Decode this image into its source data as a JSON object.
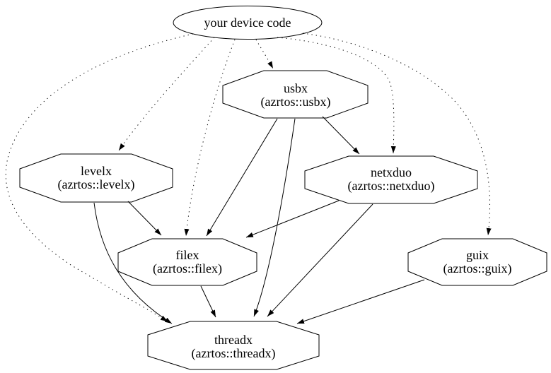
{
  "diagram": {
    "background": "#ffffff",
    "stroke_color": "#000000",
    "text_color": "#000000",
    "nodes": [
      {
        "id": "your-device-code",
        "label": "your device code",
        "shape": "ellipse"
      },
      {
        "id": "usbx",
        "label": "usbx",
        "sublabel": "(azrtos::usbx)",
        "shape": "octagon"
      },
      {
        "id": "levelx",
        "label": "levelx",
        "sublabel": "(azrtos::levelx)",
        "shape": "octagon"
      },
      {
        "id": "netxduo",
        "label": "netxduo",
        "sublabel": "(azrtos::netxduo)",
        "shape": "octagon"
      },
      {
        "id": "filex",
        "label": "filex",
        "sublabel": "(azrtos::filex)",
        "shape": "octagon"
      },
      {
        "id": "guix",
        "label": "guix",
        "sublabel": "(azrtos::guix)",
        "shape": "octagon"
      },
      {
        "id": "threadx",
        "label": "threadx",
        "sublabel": "(azrtos::threadx)",
        "shape": "octagon"
      }
    ],
    "edges": [
      {
        "from": "your-device-code",
        "to": "usbx",
        "style": "dotted"
      },
      {
        "from": "your-device-code",
        "to": "levelx",
        "style": "dotted"
      },
      {
        "from": "your-device-code",
        "to": "filex",
        "style": "dotted"
      },
      {
        "from": "your-device-code",
        "to": "netxduo",
        "style": "dotted"
      },
      {
        "from": "your-device-code",
        "to": "guix",
        "style": "dotted"
      },
      {
        "from": "your-device-code",
        "to": "threadx",
        "style": "dotted"
      },
      {
        "from": "usbx",
        "to": "netxduo",
        "style": "solid"
      },
      {
        "from": "usbx",
        "to": "filex",
        "style": "solid"
      },
      {
        "from": "usbx",
        "to": "threadx",
        "style": "solid"
      },
      {
        "from": "levelx",
        "to": "filex",
        "style": "solid"
      },
      {
        "from": "levelx",
        "to": "threadx",
        "style": "solid"
      },
      {
        "from": "netxduo",
        "to": "filex",
        "style": "solid"
      },
      {
        "from": "netxduo",
        "to": "threadx",
        "style": "solid"
      },
      {
        "from": "filex",
        "to": "threadx",
        "style": "solid"
      },
      {
        "from": "guix",
        "to": "threadx",
        "style": "solid"
      }
    ]
  }
}
